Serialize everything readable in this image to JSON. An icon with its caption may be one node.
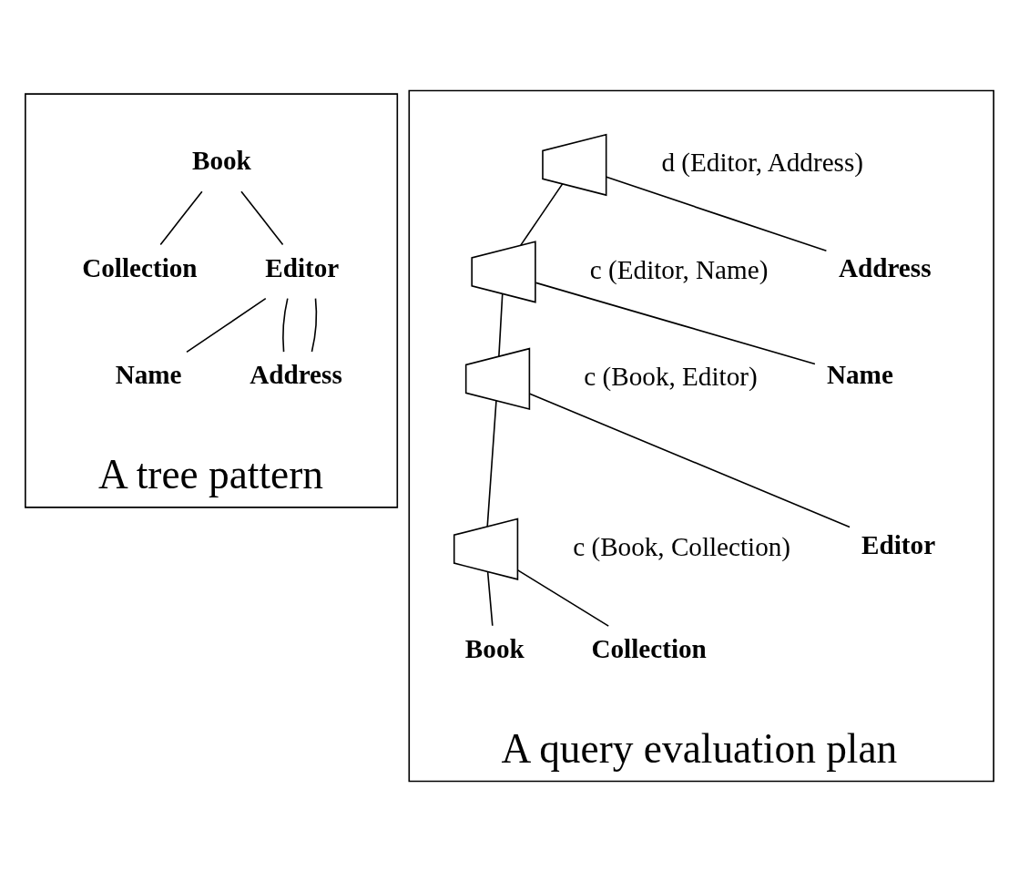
{
  "diagram": {
    "nodes": [
      {
        "text": [
          "A tree pattern"
        ]
      },
      {
        "text": [
          "Book"
        ],
        "in": 0
      },
      {
        "text": [
          "Collection"
        ],
        "in": 0
      },
      {
        "text": [
          "Editor"
        ],
        "in": 0
      },
      {
        "text": [
          "Name"
        ],
        "in": 0
      },
      {
        "text": [
          "Address"
        ],
        "in": 0
      },
      {
        "text": [
          "A query evaluation plan"
        ]
      },
      {
        "text": [],
        "shape": "bowtie",
        "beside": [
          "d (Editor, Address)"
        ],
        "in": 6
      },
      {
        "text": [],
        "shape": "bowtie",
        "beside": [
          "c (Editor, Name)"
        ],
        "in": 6
      },
      {
        "text": [
          "Address"
        ],
        "in": 6
      },
      {
        "text": [],
        "shape": "bowtie",
        "beside": [
          "c (Book, Editor)"
        ],
        "in": 6
      },
      {
        "text": [
          "Name"
        ],
        "in": 6
      },
      {
        "text": [],
        "shape": "bowtie",
        "beside": [
          "c (Book, Collection)"
        ],
        "in": 6
      },
      {
        "text": [
          "Editor"
        ],
        "in": 6
      },
      {
        "text": [
          "Book"
        ],
        "in": 6
      },
      {
        "text": [
          "Collection"
        ],
        "in": 6
      }
    ],
    "edges": [
      {
        "from": 1,
        "to": 2,
        "arrow": "none"
      },
      {
        "from": 1,
        "to": 3,
        "arrow": "none"
      },
      {
        "from": 3,
        "to": 4,
        "arrow": "none"
      },
      {
        "from": 3,
        "to": 5,
        "arrow": "none"
      },
      {
        "from": 3,
        "to": 5,
        "arrow": "none"
      },
      {
        "from": 7,
        "to": 8,
        "arrow": "none"
      },
      {
        "from": 7,
        "to": 9,
        "arrow": "none"
      },
      {
        "from": 8,
        "to": 10,
        "arrow": "none"
      },
      {
        "from": 8,
        "to": 11,
        "arrow": "none"
      },
      {
        "from": 10,
        "to": 12,
        "arrow": "none"
      },
      {
        "from": 10,
        "to": 13,
        "arrow": "none"
      },
      {
        "from": 12,
        "to": 14,
        "arrow": "none"
      },
      {
        "from": 12,
        "to": 15,
        "arrow": "none"
      }
    ]
  }
}
